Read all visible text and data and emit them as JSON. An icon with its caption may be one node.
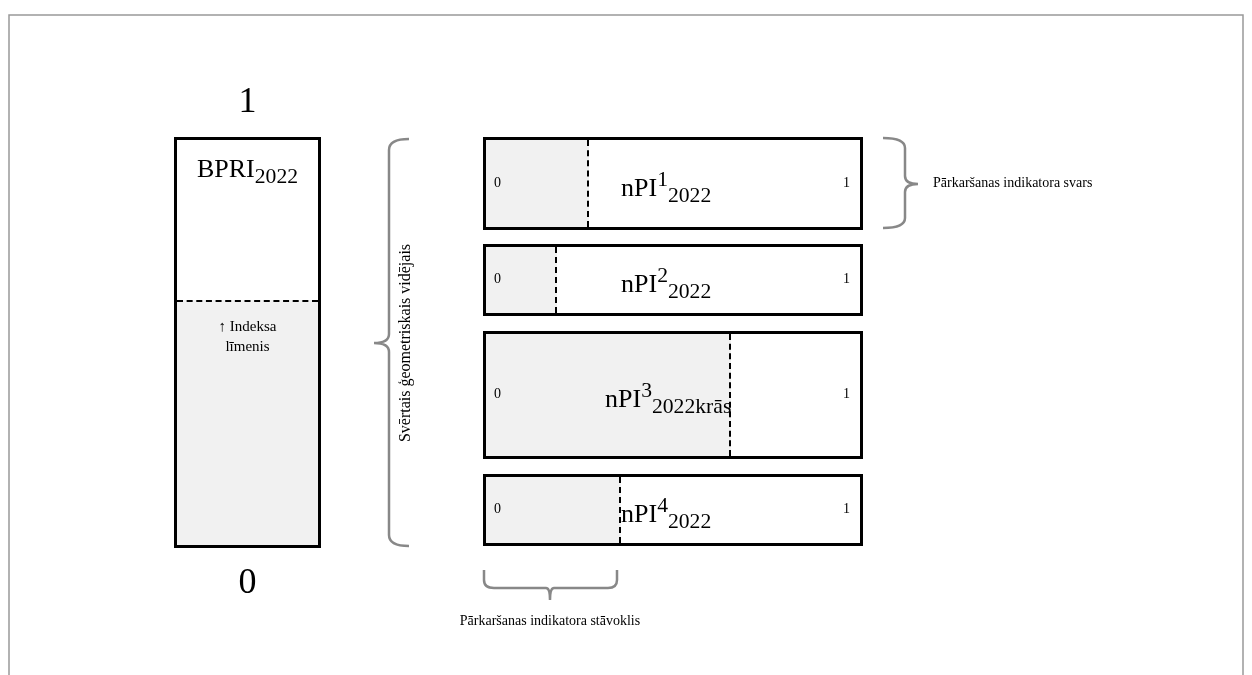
{
  "diagram": {
    "nodes": [
      {
        "text": [
          "BPRI$_{2022}$",
          "↑ Indeksa līmenis"
        ],
        "beside": [
          "1",
          "0"
        ]
      },
      {
        "text": [
          "0",
          "nPI$^{1}$$_{2022}$",
          "1"
        ]
      },
      {
        "text": [
          "0",
          "nPI$^{2}$$_{2022}$",
          "1"
        ]
      },
      {
        "text": [
          "0",
          "nPI$^{3}$$_{2022krās}$",
          "1"
        ]
      },
      {
        "text": [
          "0",
          "nPI$^{4}$$_{2022}$",
          "1"
        ]
      }
    ],
    "labels": [
      "Svērtais ģeometriskais vidējais",
      "Pārkaršanas indikatora svars",
      "Pārkaršanas indikatora stāvoklis"
    ]
  }
}
